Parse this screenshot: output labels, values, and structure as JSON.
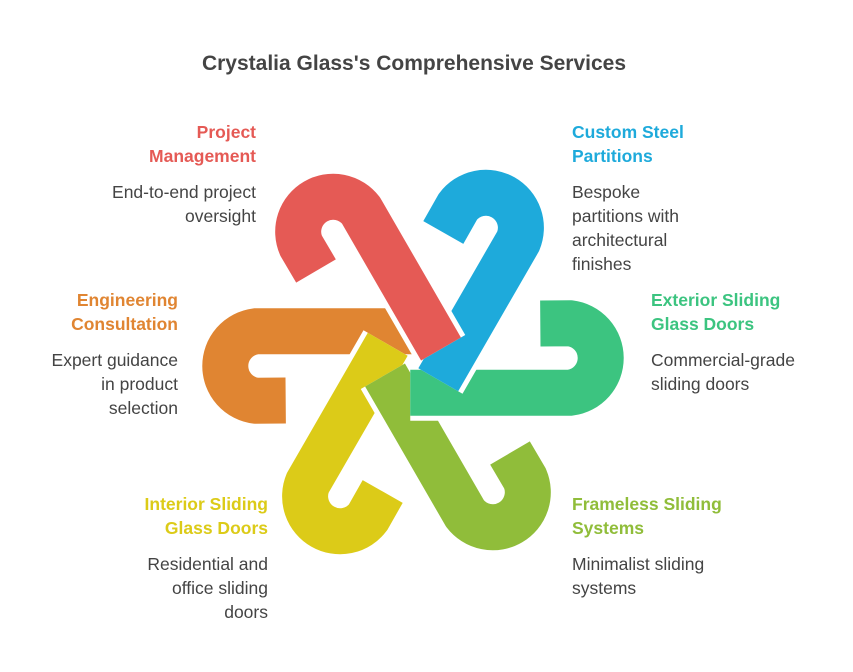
{
  "title": "Crystalia Glass's Comprehensive Services",
  "services": [
    {
      "title": [
        "Project",
        "Management"
      ],
      "desc": [
        "End-to-end project",
        "oversight"
      ],
      "color": "#E55A55"
    },
    {
      "title": [
        "Custom Steel",
        "Partitions"
      ],
      "desc": [
        "Bespoke",
        "partitions with",
        "architectural",
        "finishes"
      ],
      "color": "#1EAADB"
    },
    {
      "title": [
        "Exterior Sliding",
        "Glass Doors"
      ],
      "desc": [
        "Commercial-grade",
        "sliding doors"
      ],
      "color": "#3CC480"
    },
    {
      "title": [
        "Frameless Sliding",
        "Systems"
      ],
      "desc": [
        "Minimalist sliding",
        "systems"
      ],
      "color": "#90BD3A"
    },
    {
      "title": [
        "Interior Sliding",
        "Glass Doors"
      ],
      "desc": [
        "Residential and",
        "office sliding",
        "doors"
      ],
      "color": "#DCCB18"
    },
    {
      "title": [
        "Engineering",
        "Consultation"
      ],
      "desc": [
        "Expert guidance",
        "in product",
        "selection"
      ],
      "color": "#E08532"
    }
  ]
}
